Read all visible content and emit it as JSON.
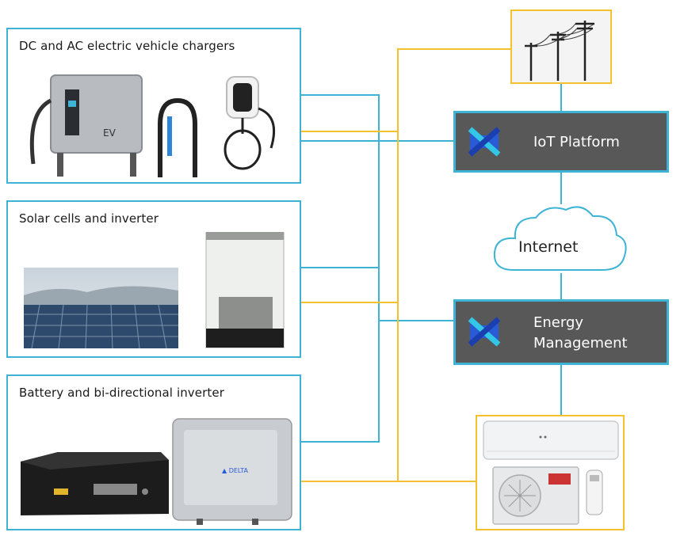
{
  "devices": [
    {
      "title": "DC and AC electric vehicle chargers",
      "image": "ev-chargers"
    },
    {
      "title": "Solar cells and inverter",
      "image": "solar-panels-and-inverter"
    },
    {
      "title": "Battery and bi-directional inverter",
      "image": "battery-and-inverter"
    }
  ],
  "platform": {
    "iot_label": "IoT Platform",
    "internet_label": "Internet",
    "energy_label_line1": "Energy",
    "energy_label_line2": "Management"
  },
  "grid_image": "power-lines",
  "appliance_image": "air-conditioner",
  "logo_icon": "ribbon-logo-icon",
  "colors": {
    "device_border": "#3db4d6",
    "data_line": "#3db4d6",
    "power_line": "#f6c12f",
    "node_fill": "#585858",
    "logo_blue": "#2a5bd7",
    "logo_cyan": "#32c7e6"
  }
}
